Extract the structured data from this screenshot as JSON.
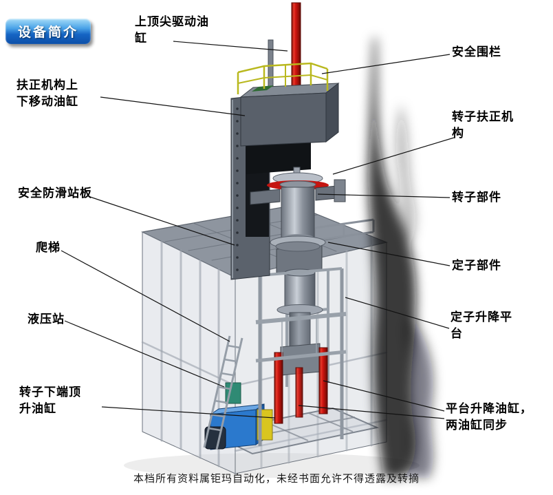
{
  "badge": {
    "label": "设备简介"
  },
  "labels": {
    "top_drive_cylinder": {
      "text": "上顶尖驱动油\n缸"
    },
    "safety_fence": {
      "text": "安全围栏"
    },
    "centering_cylinder": {
      "text": "扶正机构上\n下移动油缸"
    },
    "rotor_centering": {
      "text": "转子扶正机\n构"
    },
    "antislip_plate": {
      "text": "安全防滑站板"
    },
    "rotor_part": {
      "text": "转子部件"
    },
    "ladder": {
      "text": "爬梯"
    },
    "stator_part": {
      "text": "定子部件"
    },
    "hydraulic_station": {
      "text": "液压站"
    },
    "stator_platform": {
      "text": "定子升降平\n台"
    },
    "rotor_jack_cylinder": {
      "text": "转子下端顶\n升油缸"
    },
    "platform_cylinders": {
      "text": "平台升降油缸，\n两油缸同步"
    }
  },
  "footer": {
    "text": "本档所有资料属钜玛自动化，未经书面允许不得透露及转摘"
  },
  "colors": {
    "badge_blue": "#1565c4",
    "cylinder_red": "#c51510",
    "railing_yellow": "#b9b81e",
    "hydraulic_blue": "#2b79cd",
    "hydraulic_yellow": "#d9c51f",
    "platform_gray": "#8e959f"
  }
}
